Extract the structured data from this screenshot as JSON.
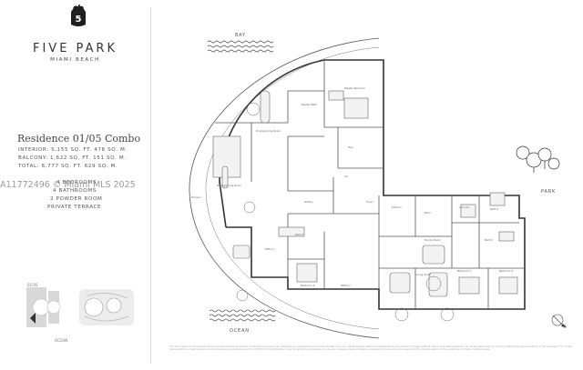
{
  "brand": {
    "logo_numeral": "5",
    "name": "FIVE PARK",
    "location": "MIAMI BEACH"
  },
  "residence": {
    "title": "Residence 01/05 Combo",
    "interior": "INTERIOR: 5,155 SQ. FT.  478 SQ. M.",
    "balcony": "BALCONY: 1,622 SQ. FT.  151 SQ. M.",
    "total": "TOTAL: 6,777 SQ. FT.  629 SQ. M.",
    "bedrooms": "4 BEDROOMS",
    "bathrooms": "4 BATHROOMS",
    "powder": "2 POWDER ROOM",
    "terrace": "PRIVATE TERRACE"
  },
  "watermark": "A11772496 © Miami MLS 2025",
  "keyplan": {
    "unit_label": "01/05",
    "ocean_label": "OCEAN"
  },
  "plan": {
    "bay": "BAY",
    "ocean": "OCEAN",
    "park": "PARK",
    "compass": "N",
    "rooms": {
      "master_bath": "Master Bath",
      "master_bedroom": "Master Bedroom",
      "den": "Den",
      "dining_living_room_top": "Dining/Living Room",
      "dining_living_room": "Dining/Living Room",
      "terrace": "Terrace",
      "gallery": "Gallery",
      "foyer": "Foyer",
      "kitchen": "Kitchen",
      "office_1": "Office 1",
      "bath_3": "Bath 3",
      "bedroom_3": "Bedroom 3",
      "office_2": "Office 2",
      "living_room": "Living Room",
      "family_room": "Family Room",
      "bedroom_2": "Bedroom 2",
      "bedroom_4": "Bedroom 4",
      "laundry": "Laundry",
      "bath_2": "Bath 2",
      "bath_4": "Bath 4",
      "pwdr": "Pwdr",
      "ac": "AC"
    }
  },
  "disclaimer": "The floor plans and dimensions shown are approximate and are for illustration purposes only. Actual layout, dimensions and square footage may vary. All renderings, plans and specifications are subject to change without notice. Oral representations cannot be relied upon as correctly stating the representations of the developer. For correct representations, make reference to the documents required by section 718.503, Florida Statutes, to be furnished by a developer to a buyer or lessee. Square footage is measured to the exterior boundaries of the exterior walls and the centerline of interior demising walls."
}
